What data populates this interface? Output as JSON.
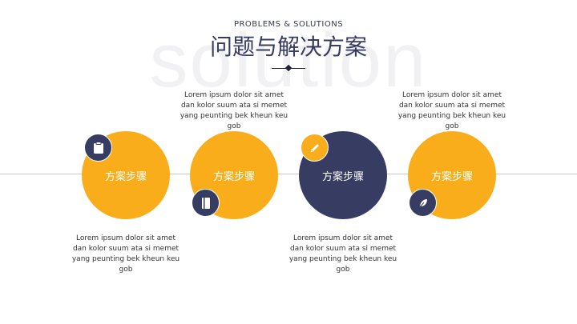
{
  "header": {
    "watermark": "solution",
    "subtitle": "PROBLEMS & SOLUTIONS",
    "title": "问题与解决方案"
  },
  "steps": [
    {
      "label": "方案步骤",
      "icon": "clipboard-icon",
      "circle_color": "#f9ad1b",
      "description": "Lorem ipsum dolor sit amet dan kolor suum ata si memet yang peunting bek kheun keu gob"
    },
    {
      "label": "方案步骤",
      "icon": "book-icon",
      "circle_color": "#f9ad1b",
      "description": "Lorem ipsum dolor sit amet dan kolor suum ata si memet yang peunting bek kheun keu gob"
    },
    {
      "label": "方案步骤",
      "icon": "pencil-icon",
      "circle_color": "#363c62",
      "description": "Lorem ipsum dolor sit amet dan kolor suum ata si memet yang peunting bek kheun keu gob"
    },
    {
      "label": "方案步骤",
      "icon": "leaf-icon",
      "circle_color": "#f9ad1b",
      "description": "Lorem ipsum dolor sit amet dan kolor suum ata si memet yang peunting bek kheun keu gob"
    }
  ],
  "colors": {
    "accent": "#f9ad1b",
    "primary": "#363c62"
  }
}
